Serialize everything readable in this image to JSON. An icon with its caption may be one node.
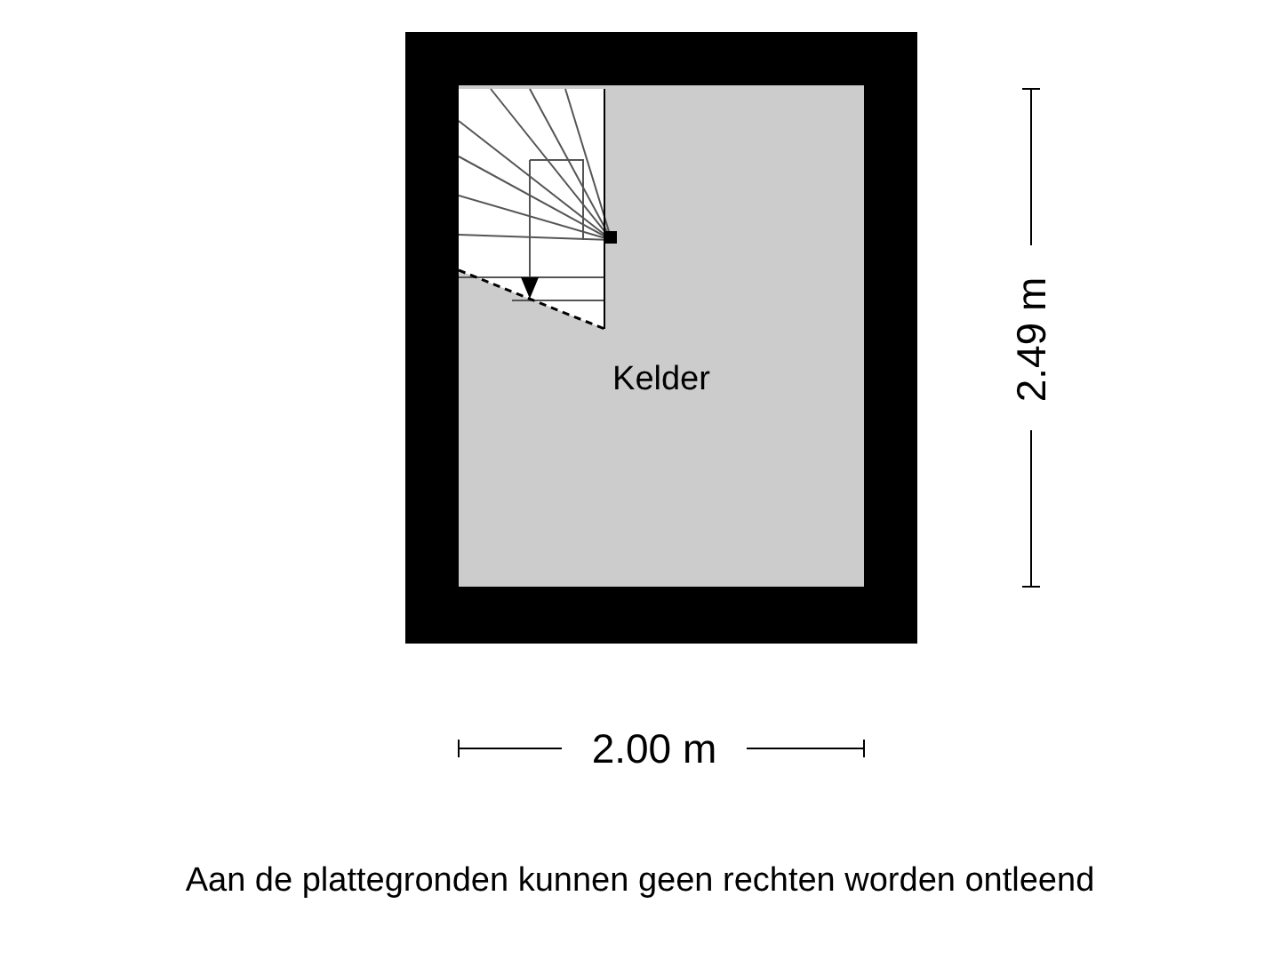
{
  "diagram": {
    "caption": "Aan de plattegronden kunnen geen rechten worden ontleend",
    "nodes": [
      {
        "text": [
          "Kelder"
        ]
      }
    ],
    "labels": [
      "2.49 m",
      "2.00 m"
    ]
  }
}
